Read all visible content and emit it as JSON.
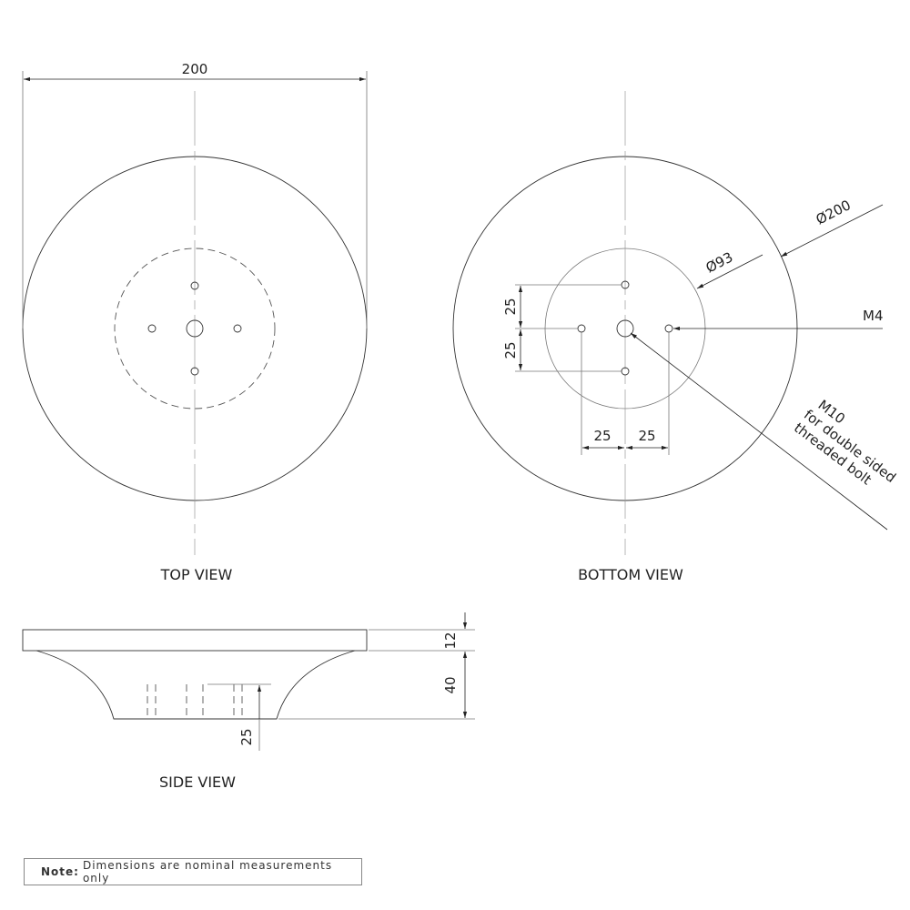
{
  "views": {
    "top": "TOP VIEW",
    "bottom": "BOTTOM VIEW",
    "side": "SIDE VIEW"
  },
  "dimensions": {
    "top_width": "200",
    "diameter_outer": "200",
    "diameter_inner": "93",
    "thread_small": "M4",
    "thread_large_line1": "M10",
    "thread_large_line2": "for double sided",
    "thread_large_line3": "threaded bolt",
    "spacing_v1": "25",
    "spacing_v2": "25",
    "spacing_h1": "25",
    "spacing_h2": "25",
    "side_top_thickness": "12",
    "side_height": "40",
    "side_bolt_depth": "25"
  },
  "note": {
    "label": "Note:",
    "text": "Dimensions are nominal measurements only"
  }
}
